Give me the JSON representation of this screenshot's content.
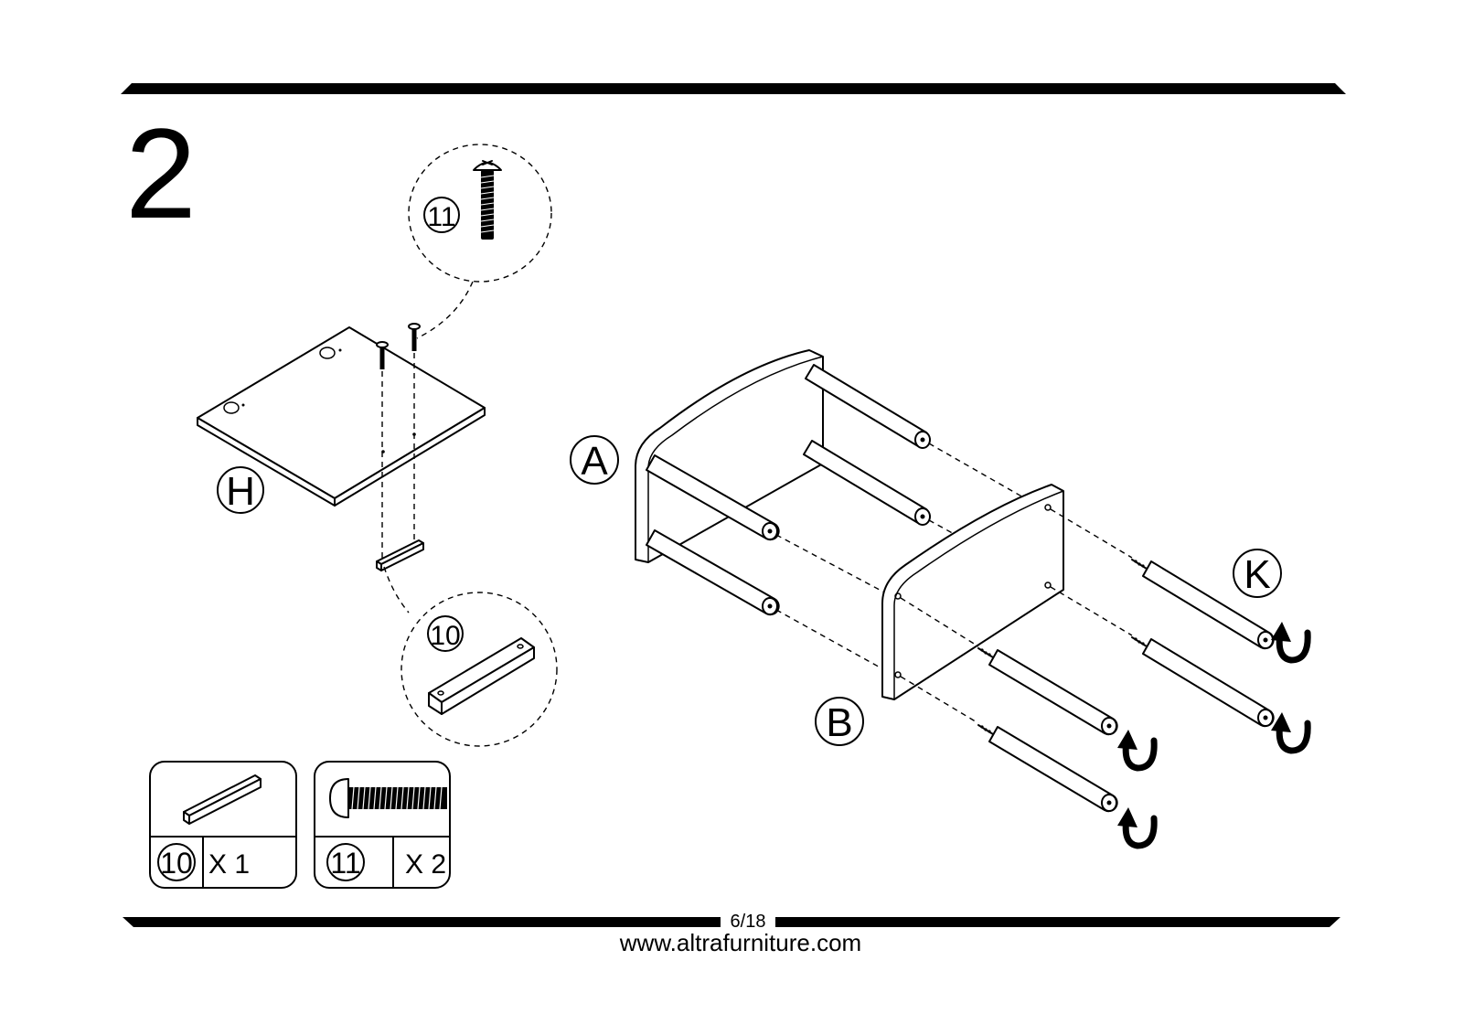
{
  "step_number": "2",
  "page_number": "6/18",
  "website": "www.altrafurniture.com",
  "part_labels": {
    "panel_h": "H",
    "panel_a": "A",
    "panel_b": "B",
    "dowel_k": "K",
    "callout_screw": "11",
    "callout_bracket": "10"
  },
  "hardware": [
    {
      "part_number": "10",
      "quantity": "X 1"
    },
    {
      "part_number": "11",
      "quantity": "X 2"
    }
  ]
}
